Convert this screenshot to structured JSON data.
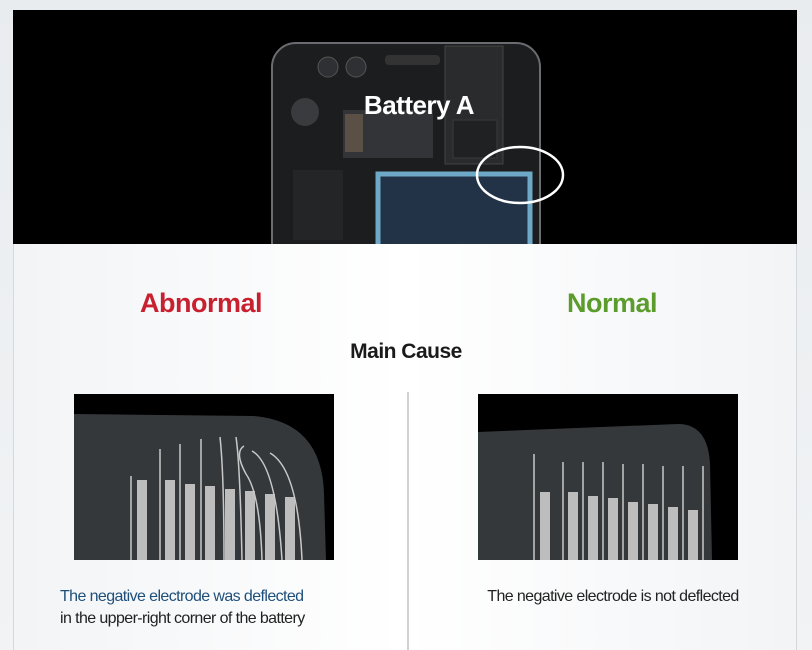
{
  "banner": {
    "title": "Battery A"
  },
  "labels": {
    "abnormal": "Abnormal",
    "normal": "Normal",
    "main_cause": "Main Cause"
  },
  "captions": {
    "abnormal_line1": "The negative electrode was deflected",
    "abnormal_line2": "in the upper-right corner of the battery",
    "normal": "The negative electrode is not deflected"
  },
  "colors": {
    "abnormal": "#c8202f",
    "normal": "#5c9c2d",
    "caption_highlight": "#1e4f7a",
    "battery": "#6fa9c8"
  }
}
